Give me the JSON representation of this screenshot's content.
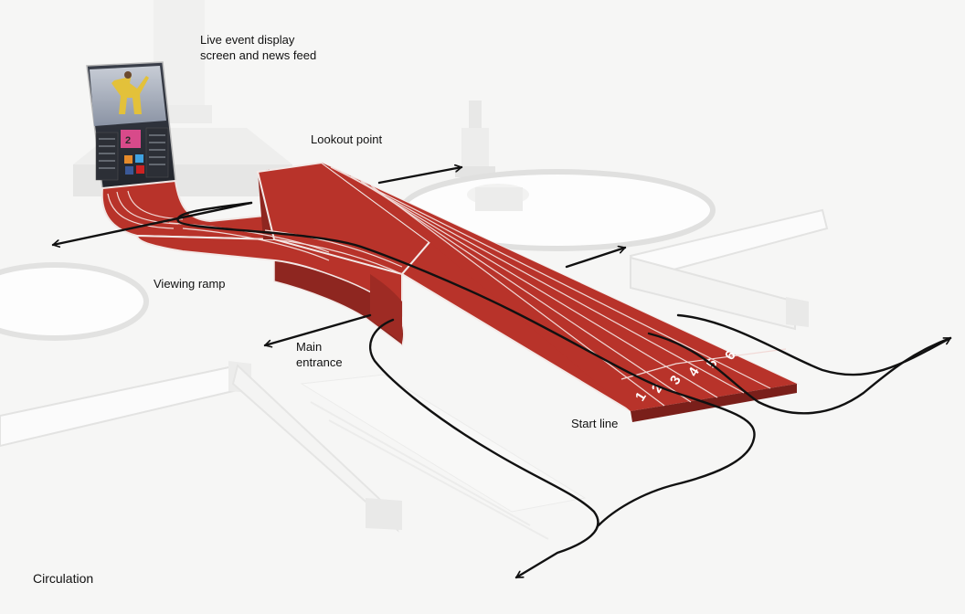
{
  "labels": {
    "screen": "Live event display\nscreen and news feed",
    "lookout": "Lookout point",
    "ramp": "Viewing ramp",
    "entrance": "Main\nentrance",
    "start": "Start line",
    "circulation": "Circulation"
  },
  "lanes": [
    "1",
    "2",
    "3",
    "4",
    "5",
    "6"
  ],
  "colors": {
    "track": "#b8332a",
    "track_dark": "#8e2620",
    "lane_line": "#f1d9d6",
    "arrow": "#111111",
    "ground": "#f6f6f5",
    "structure": "#fbfbfb",
    "structure_shadow": "#e2e2e1"
  },
  "screen_content": {
    "icons": [
      "rss-icon",
      "twitter-icon",
      "facebook-icon",
      "youtube-icon"
    ]
  }
}
